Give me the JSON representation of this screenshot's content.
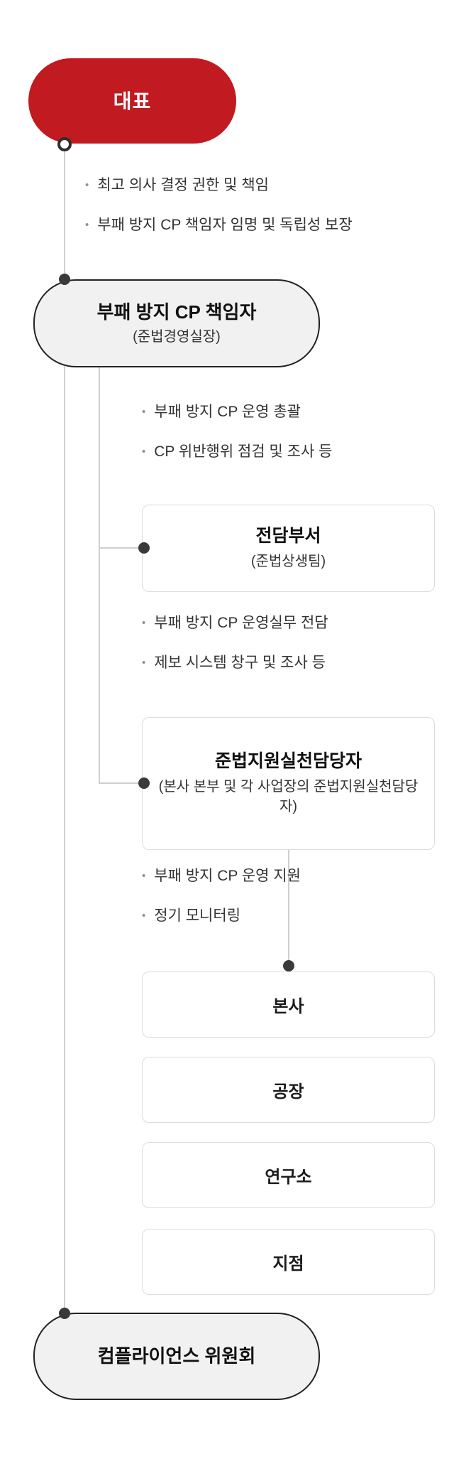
{
  "diagram": {
    "ceo": {
      "label": "대표",
      "bullets": [
        "최고 의사 결정 권한 및 책임",
        "부패 방지 CP 책임자 임명 및 독립성 보장"
      ]
    },
    "cp_officer": {
      "title": "부패 방지 CP 책임자",
      "subtitle": "(준법경영실장)",
      "bullets": [
        "부패 방지 CP 운영 총괄",
        "CP 위반행위 점검 및 조사 등"
      ]
    },
    "dedicated_team": {
      "title": "전담부서",
      "subtitle": "(준법상생팀)",
      "bullets": [
        "부패 방지 CP 운영실무 전담",
        "제보 시스템 창구 및 조사 등"
      ]
    },
    "practice_officers": {
      "title": "준법지원실천담당자",
      "subtitle": "(본사 본부 및 각 사업장의 준법지원실천담당자)",
      "bullets": [
        "부패 방지 CP 운영 지원",
        "정기 모니터링"
      ]
    },
    "sites": [
      "본사",
      "공장",
      "연구소",
      "지점"
    ],
    "committee": {
      "label": "컴플라이언스 위원회"
    }
  },
  "colors": {
    "accent_red": "#c11a21",
    "node_fill": "#f1f1f1",
    "node_border": "#222222",
    "box_border": "#dcdcdc",
    "connector": "#cfcfcf",
    "dot": "#3a3a3a",
    "text": "#333333"
  }
}
